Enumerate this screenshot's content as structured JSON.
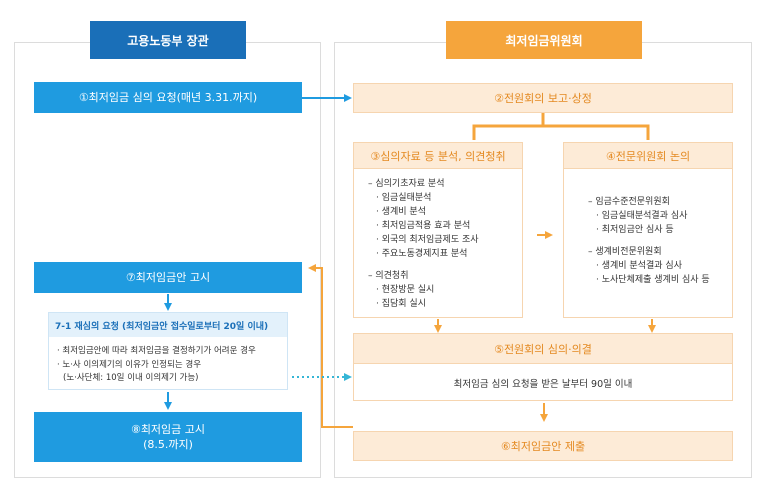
{
  "minister": {
    "title": "고용노동부 장관",
    "step1": "①최저임금 심의 요청(매년 3.31.까지)",
    "step7": "⑦최저임금안 고시",
    "reconsideration": {
      "title": "7-1 재심의 요청 (최저임금안 접수일로부터 20일 이내)",
      "lines": [
        "· 최저임금안에 따라 최저임금을 결정하기가 어려운 경우",
        "· 노·사 이의제기의 이유가 인정되는 경우",
        "(노·사단체: 10일 이내 이의제기 가능)"
      ]
    },
    "step8": {
      "line1": "⑧최저임금 고시",
      "line2": "(8.5.까지)"
    }
  },
  "commission": {
    "title": "최저임금위원회",
    "step2": "②전원회의 보고·상정",
    "step3": {
      "title": "③심의자료 등 분석, 의견청취",
      "items": [
        {
          "level": 0,
          "text": "심의기초자료 분석"
        },
        {
          "level": 1,
          "text": "임금실태분석"
        },
        {
          "level": 1,
          "text": "생계비 분석"
        },
        {
          "level": 1,
          "text": "최저임금적용 효과 분석"
        },
        {
          "level": 1,
          "text": "외국의 최저임금제도 조사"
        },
        {
          "level": 1,
          "text": "주요노동경제지표 분석"
        },
        {
          "level": "gap",
          "text": ""
        },
        {
          "level": 0,
          "text": "의견청취"
        },
        {
          "level": 1,
          "text": "현장방문 실시"
        },
        {
          "level": 1,
          "text": "집담회 실시"
        }
      ]
    },
    "step4": {
      "title": "④전문위원회 논의",
      "items": [
        {
          "level": 0,
          "text": "임금수준전문위원회"
        },
        {
          "level": 1,
          "text": "임금실태분석결과 심사"
        },
        {
          "level": 1,
          "text": "최저임금안 심사 등"
        },
        {
          "level": "gap",
          "text": ""
        },
        {
          "level": 0,
          "text": "생계비전문위원회"
        },
        {
          "level": 1,
          "text": "생계비 분석결과 심사"
        },
        {
          "level": 1,
          "text": "노사단체제출 생계비 심사 등"
        }
      ]
    },
    "step5": {
      "title": "⑤전원회의 심의·의결",
      "text": "최저임금 심의 요청을 받은 날부터 90일 이내"
    },
    "step6": "⑥최저임금안 제출"
  },
  "colors": {
    "blue": "#1f9be0",
    "blue_dark": "#1a6fb8",
    "orange": "#f5a53c",
    "peach": "#fdebd7",
    "teal_dots": "#35b6d6"
  }
}
